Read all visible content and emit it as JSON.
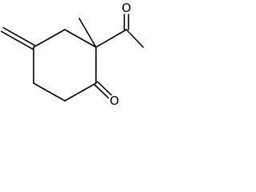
{
  "structure": {
    "atoms": [
      {
        "id": "ring-c1",
        "element": "C",
        "label": ""
      },
      {
        "id": "ring-c2",
        "element": "C",
        "label": ""
      },
      {
        "id": "ring-c3",
        "element": "C",
        "label": ""
      },
      {
        "id": "ring-c4",
        "element": "C",
        "label": ""
      },
      {
        "id": "ring-c5",
        "element": "C",
        "label": ""
      },
      {
        "id": "ring-c6",
        "element": "C",
        "label": ""
      },
      {
        "id": "exo-methylene-c",
        "element": "C",
        "label": ""
      },
      {
        "id": "methyl-c",
        "element": "C",
        "label": ""
      },
      {
        "id": "acetyl-carbonyl-c",
        "element": "C",
        "label": ""
      },
      {
        "id": "acetyl-methyl-c",
        "element": "C",
        "label": ""
      },
      {
        "id": "ring-ketone-o",
        "element": "O",
        "label": "O"
      },
      {
        "id": "acetyl-o",
        "element": "O",
        "label": "O"
      }
    ],
    "bonds": [
      {
        "from": "ring-c1",
        "to": "ring-c2",
        "order": 1
      },
      {
        "from": "ring-c2",
        "to": "ring-c3",
        "order": 1
      },
      {
        "from": "ring-c3",
        "to": "ring-c4",
        "order": 1
      },
      {
        "from": "ring-c4",
        "to": "ring-c5",
        "order": 1
      },
      {
        "from": "ring-c5",
        "to": "ring-c6",
        "order": 1
      },
      {
        "from": "ring-c6",
        "to": "ring-c1",
        "order": 1
      },
      {
        "from": "ring-c4",
        "to": "exo-methylene-c",
        "order": 2
      },
      {
        "from": "ring-c2",
        "to": "methyl-c",
        "order": 1
      },
      {
        "from": "ring-c2",
        "to": "acetyl-carbonyl-c",
        "order": 1
      },
      {
        "from": "acetyl-carbonyl-c",
        "to": "acetyl-o",
        "order": 2
      },
      {
        "from": "acetyl-carbonyl-c",
        "to": "acetyl-methyl-c",
        "order": 1
      },
      {
        "from": "ring-c1",
        "to": "ring-ketone-o",
        "order": 2
      }
    ]
  }
}
